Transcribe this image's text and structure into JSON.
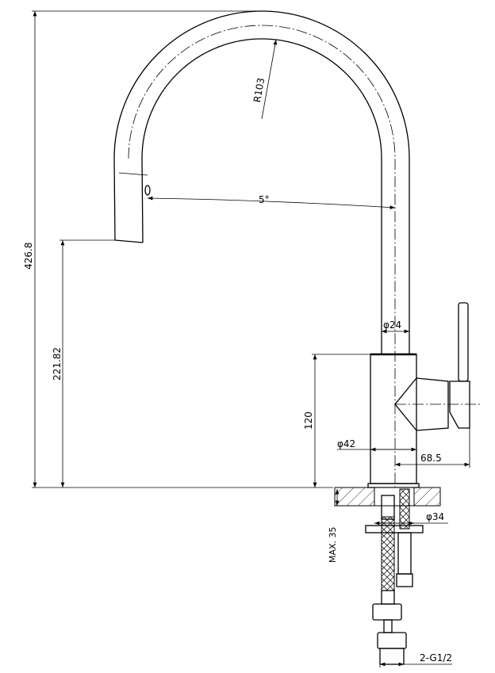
{
  "drawing": {
    "dimensions": {
      "total_height": "426.8",
      "spout_height": "221.82",
      "arc_radius": "R103",
      "spout_angle": "5°",
      "spout_diameter": "φ24",
      "body_diameter": "φ42",
      "body_height": "120",
      "handle_reach": "68.5",
      "mount_hole": "φ34",
      "max_counter_thickness": "MAX. 35",
      "connections": "2-G1/2"
    }
  }
}
